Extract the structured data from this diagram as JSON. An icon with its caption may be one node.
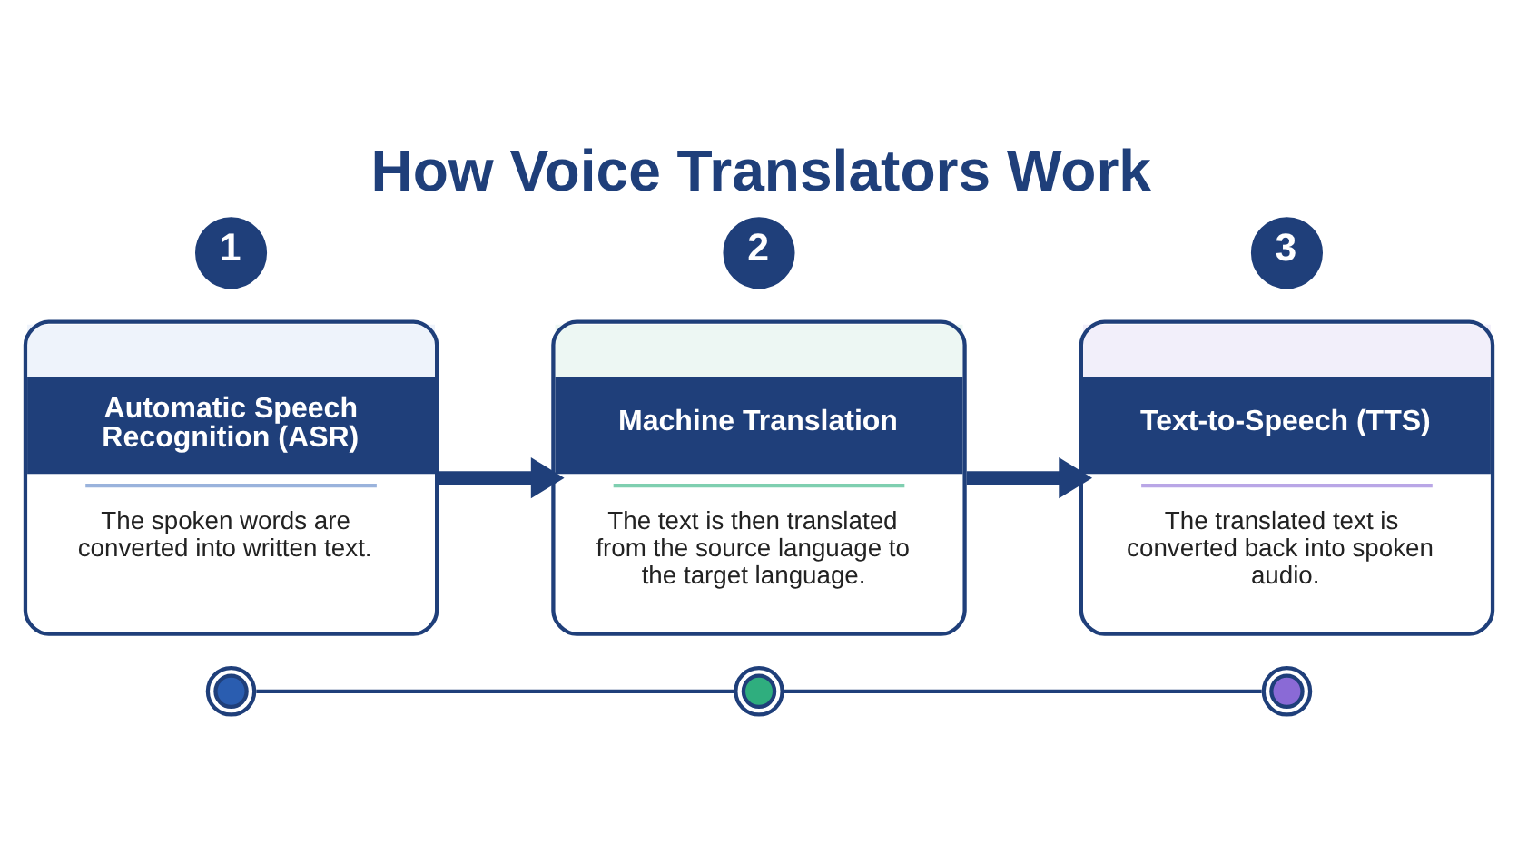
{
  "diagram": {
    "title": "How Voice Translators Work",
    "nodes": [
      {
        "text": [
          "1"
        ]
      },
      {
        "text": [
          "Automatic Speech Recognition (ASR)",
          "The spoken words are converted into written text."
        ]
      },
      {
        "text": [
          "2"
        ]
      },
      {
        "text": [
          "Machine Translation",
          "The text is then translated from the source language to the target language."
        ]
      },
      {
        "text": [
          "3"
        ]
      },
      {
        "text": [
          "Text-to-Speech (TTS)",
          "The translated text is converted back into spoken audio."
        ]
      },
      {
        "text": [],
        "shape": "circle"
      },
      {
        "text": [],
        "shape": "circle"
      },
      {
        "text": [],
        "shape": "circle"
      }
    ],
    "edges": [
      {
        "from": 1,
        "to": 3,
        "arrow": "to",
        "style": "thick"
      },
      {
        "from": 3,
        "to": 5,
        "arrow": "to",
        "style": "thick"
      },
      {
        "from": 6,
        "to": 7,
        "arrow": "none"
      },
      {
        "from": 7,
        "to": 8,
        "arrow": "none"
      }
    ]
  }
}
